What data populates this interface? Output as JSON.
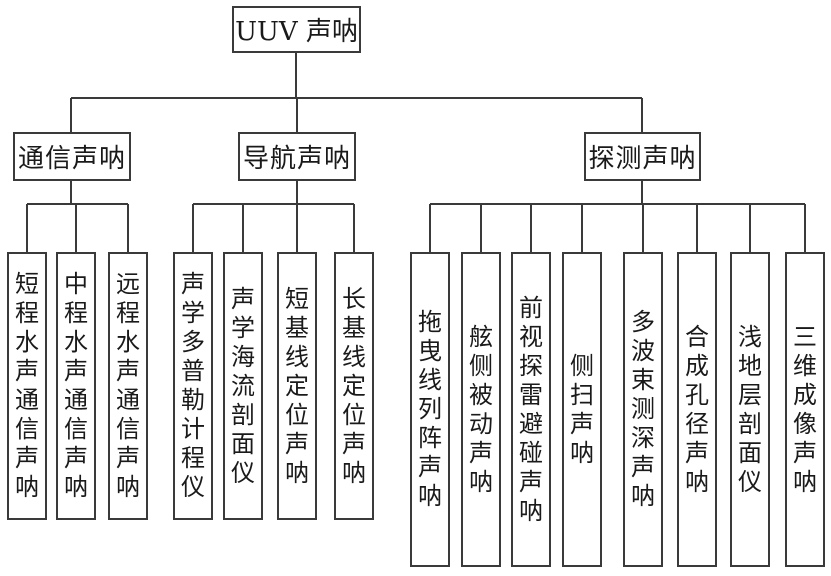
{
  "root": {
    "label": "UUV 声呐"
  },
  "categories": [
    {
      "label": "通信声呐",
      "children": [
        "短程水声通信声呐",
        "中程水声通信声呐",
        "远程水声通信声呐"
      ]
    },
    {
      "label": "导航声呐",
      "children": [
        "声学多普勒计程仪",
        "声学海流剖面仪",
        "短基线定位声呐",
        "长基线定位声呐"
      ]
    },
    {
      "label": "探测声呐",
      "children": [
        "拖曳线列阵声呐",
        "舷侧被动声呐",
        "前视探雷避碰声呐",
        "侧扫声呐",
        "多波束测深声呐",
        "合成孔径声呐",
        "浅地层剖面仪",
        "三维成像声呐"
      ]
    }
  ]
}
